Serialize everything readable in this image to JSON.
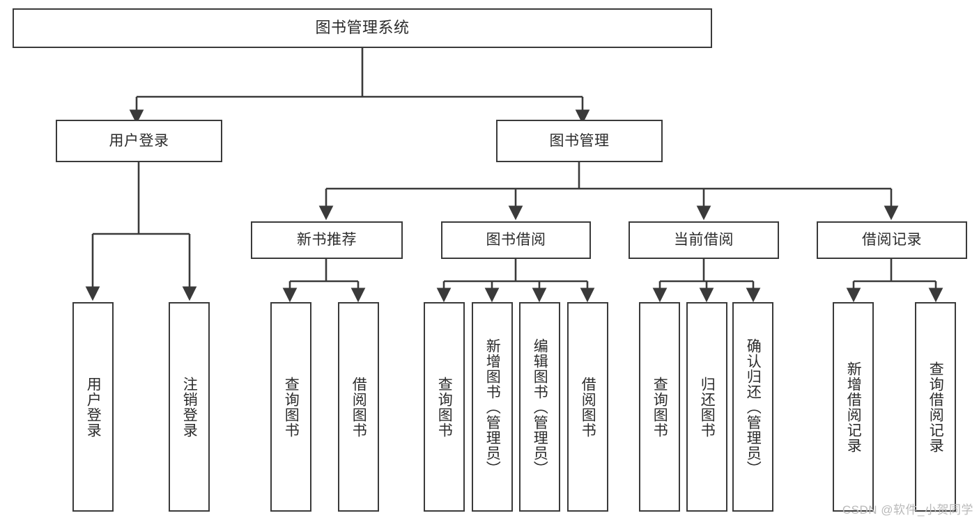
{
  "diagram": {
    "title": "图书管理系统",
    "type": "tree-hierarchy-chart",
    "stroke_color": "#3a3a3a",
    "text_color": "#2b2b2b",
    "background_color": "#ffffff",
    "root": {
      "label": "图书管理系统"
    },
    "level2": [
      {
        "label": "用户登录"
      },
      {
        "label": "图书管理"
      }
    ],
    "level3": [
      {
        "label": "新书推荐"
      },
      {
        "label": "图书借阅"
      },
      {
        "label": "当前借阅"
      },
      {
        "label": "借阅记录"
      }
    ],
    "leaves": {
      "user_login": [
        {
          "label": "用户登录"
        },
        {
          "label": "注销登录"
        }
      ],
      "new_book_recommend": [
        {
          "label": "查询图书"
        },
        {
          "label": "借阅图书"
        }
      ],
      "book_borrow": [
        {
          "label": "查询图书"
        },
        {
          "label": "新增图书（管理员）"
        },
        {
          "label": "编辑图书（管理员）"
        },
        {
          "label": "借阅图书"
        }
      ],
      "current_borrow": [
        {
          "label": "查询图书"
        },
        {
          "label": "归还图书"
        },
        {
          "label": "确认归还（管理员）"
        }
      ],
      "borrow_record": [
        {
          "label": "新增借阅记录"
        },
        {
          "label": "查询借阅记录"
        }
      ]
    }
  },
  "watermark": {
    "text": "CSDN @软件_小贺同学"
  }
}
